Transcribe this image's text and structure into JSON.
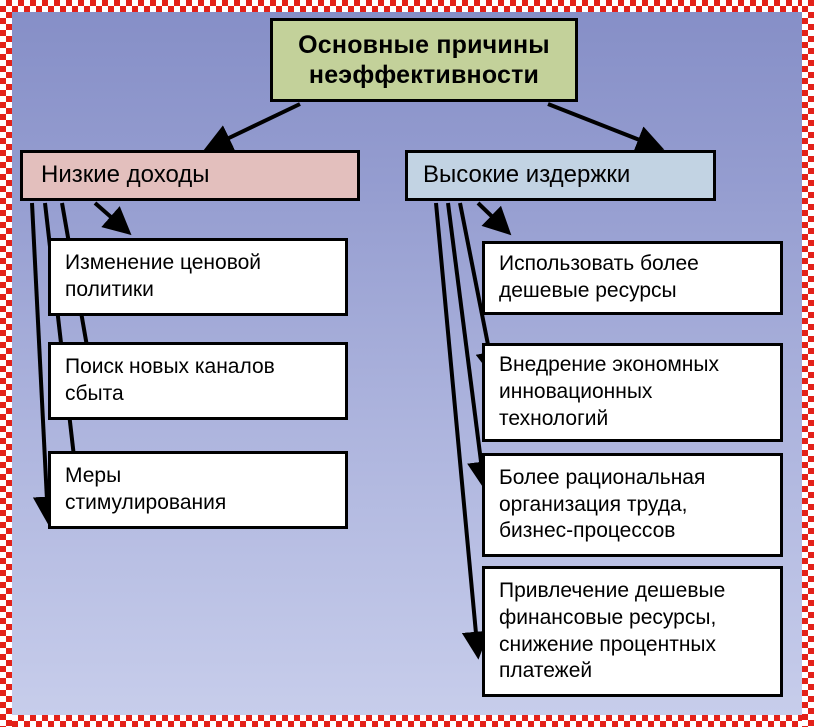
{
  "diagram": {
    "title": "Основные причины неэффективности",
    "branches": [
      {
        "label": "Низкие доходы",
        "color": "#e3bfbd",
        "children": [
          "Изменение ценовой\nполитики",
          "Поиск новых каналов\nсбыта",
          "Меры\nстимулирования"
        ]
      },
      {
        "label": "Высокие издержки",
        "color": "#c2d3e3",
        "children": [
          "Использовать более\nдешевые ресурсы",
          "Внедрение экономных\nинновационных\nтехнологий",
          "Более рациональная\nорганизация труда,\nбизнес-процессов",
          "Привлечение дешевые\nфинансовые ресурсы,\nснижение процентных\nплатежей"
        ]
      }
    ],
    "colors": {
      "root_fill": "#c3d19a",
      "leaf_fill": "#ffffff",
      "border": "#000000",
      "background_top": "#868fc7",
      "background_bottom": "#c7cdeb",
      "frame_red": "#e32119"
    }
  }
}
